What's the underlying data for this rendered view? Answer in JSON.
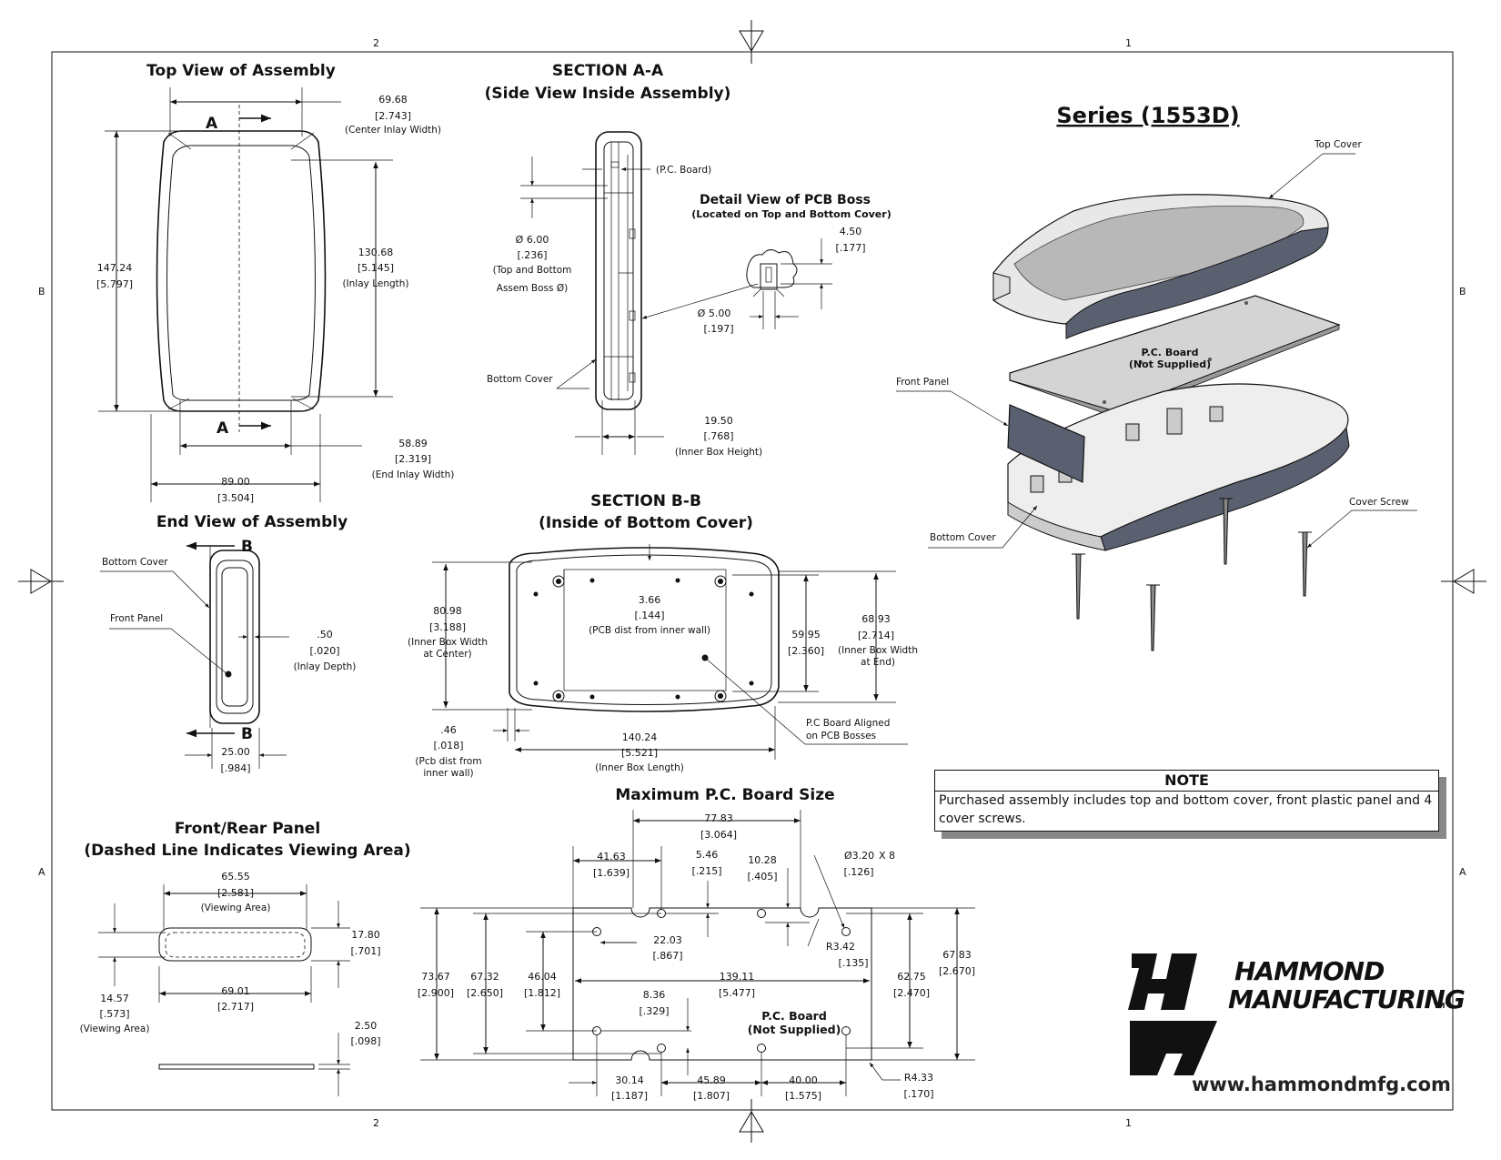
{
  "sheet": {
    "zone_top_left": "2",
    "zone_top_right": "1",
    "zone_bottom_left": "2",
    "zone_bottom_right": "1",
    "zone_left_b": "B",
    "zone_right_b": "B",
    "zone_left_a": "A",
    "zone_right_a": "A"
  },
  "series_title": "Series (1553D)",
  "top_view": {
    "title": "Top View of Assembly",
    "section_mark": "A",
    "dims": {
      "center_inlay_w": [
        "69.68",
        "[2.743]",
        "(Center Inlay Width)"
      ],
      "overall_len": [
        "147.24",
        "[5.797]"
      ],
      "inlay_len": [
        "130.68",
        "[5.145]",
        "(Inlay Length)"
      ],
      "end_inlay_w": [
        "58.89",
        "[2.319]",
        "(End Inlay Width)"
      ],
      "overall_w": [
        "89.00",
        "[3.504]"
      ]
    }
  },
  "section_aa": {
    "title1": "SECTION A-A",
    "title2": "(Side View Inside Assembly)",
    "pcb_label": "(P.C. Board)",
    "boss_dia": [
      "Ø 6.00",
      "[.236]",
      "(Top and Bottom",
      "Assem Boss Ø)"
    ],
    "bottom_cover": "Bottom Cover",
    "inner_h": [
      "19.50",
      "[.768]",
      "(Inner Box Height)"
    ]
  },
  "detail_boss": {
    "title1": "Detail View of PCB Boss",
    "title2": "(Located on Top and Bottom Cover)",
    "h": [
      "4.50",
      "[.177]"
    ],
    "dia": [
      "Ø 5.00",
      "[.197]"
    ]
  },
  "end_view": {
    "title": "End View of Assembly",
    "section_mark": "B",
    "bottom_cover": "Bottom Cover",
    "front_panel": "Front Panel",
    "inlay_depth": [
      ".50",
      "[.020]",
      "(Inlay Depth)"
    ],
    "width": [
      "25.00",
      "[.984]"
    ]
  },
  "section_bb": {
    "title1": "SECTION B-B",
    "title2": "(Inside of Bottom Cover)",
    "inner_w_center": [
      "80.98",
      "[3.188]",
      "(Inner Box Width",
      "at  Center)"
    ],
    "pcb_wall": [
      "3.66",
      "[.144]",
      "(PCB dist from inner wall)"
    ],
    "d5995": [
      "59.95",
      "[2.360]"
    ],
    "inner_w_end": [
      "68.93",
      "[2.714]",
      "(Inner Box Width",
      "at End)"
    ],
    "pcb_wall2": [
      ".46",
      "[.018]",
      "(Pcb dist from",
      "inner wall)"
    ],
    "inner_len": [
      "140.24",
      "[5.521]",
      "(Inner Box Length)"
    ],
    "aligned": [
      "P.C Board Aligned",
      "on PCB Bosses"
    ]
  },
  "front_panel": {
    "title1": "Front/Rear Panel",
    "title2": "(Dashed Line Indicates Viewing Area)",
    "view_w": [
      "65.55",
      "[2.581]",
      "(Viewing Area)"
    ],
    "h": [
      "17.80",
      "[.701]"
    ],
    "view_h": [
      "14.57",
      "[.573]",
      "(Viewing Area)"
    ],
    "w": [
      "69.01",
      "[2.717]"
    ],
    "t": [
      "2.50",
      "[.098]"
    ]
  },
  "pcb": {
    "title": "Maximum P.C. Board Size",
    "label": [
      "P.C. Board",
      "(Not Supplied)"
    ],
    "d7783": [
      "77.83",
      "[3.064]"
    ],
    "d4163": [
      "41.63",
      "[1.639]"
    ],
    "d546": [
      "5.46",
      "[.215]"
    ],
    "d1028": [
      "10.28",
      "[.405]"
    ],
    "holes": [
      "Ø3.20",
      "X 8",
      "[.126]"
    ],
    "d2203": [
      "22.03",
      "[.867]"
    ],
    "r342": [
      "R3.42",
      "[.135]"
    ],
    "d7367": [
      "73.67",
      "[2.900]"
    ],
    "d6732": [
      "67.32",
      "[2.650]"
    ],
    "d4604": [
      "46.04",
      "[1.812]"
    ],
    "d13911": [
      "139.11",
      "[5.477]"
    ],
    "d6275": [
      "62.75",
      "[2.470]"
    ],
    "d6783": [
      "67.83",
      "[2.670]"
    ],
    "d836": [
      "8.36",
      "[.329]"
    ],
    "d3014": [
      "30.14",
      "[1.187]"
    ],
    "d4589": [
      "45.89",
      "[1.807]"
    ],
    "d4000": [
      "40.00",
      "[1.575]"
    ],
    "r433": [
      "R4.33",
      "[.170]"
    ]
  },
  "iso": {
    "top_cover": "Top Cover",
    "pcb": [
      "P.C. Board",
      "(Not Supplied)"
    ],
    "front_panel": "Front Panel",
    "bottom_cover": "Bottom Cover",
    "cover_screw": "Cover Screw"
  },
  "note": {
    "title": "NOTE",
    "body": "Purchased assembly includes top and bottom cover, front plastic panel and 4 cover screws."
  },
  "brand": {
    "line1": "HAMMOND",
    "line2": "MANUFACTURING",
    "tm": "TM",
    "url": "www.hammondmfg.com"
  }
}
